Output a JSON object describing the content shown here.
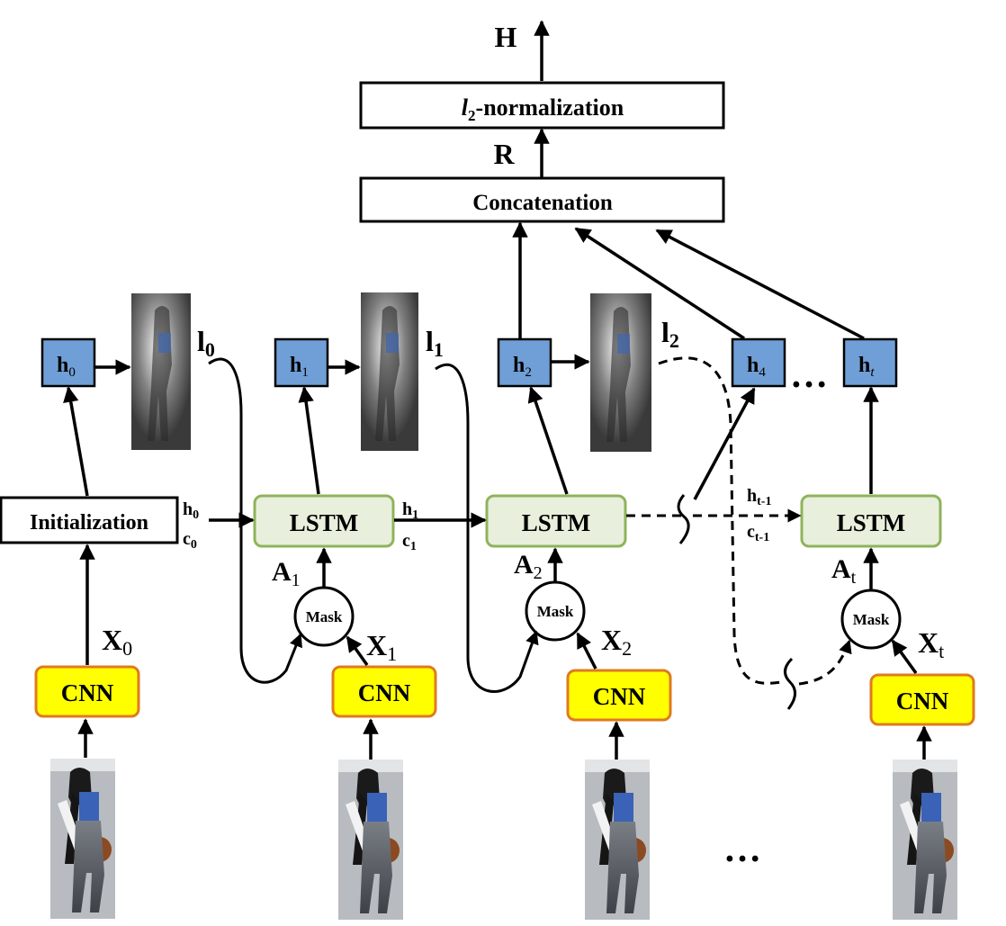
{
  "diagram": {
    "top_output": "H",
    "normalization_prefix": "l",
    "normalization_sub": "2",
    "normalization_suffix": "-normalization",
    "concat_output": "R",
    "concatenation": "Concatenation",
    "initialization": "Initialization",
    "lstm_label": "LSTM",
    "cnn_label": "CNN",
    "mask_label": "Mask",
    "ellipsis": "…",
    "hidden_nodes": [
      {
        "base": "h",
        "sub": "0"
      },
      {
        "base": "h",
        "sub": "1"
      },
      {
        "base": "h",
        "sub": "2"
      },
      {
        "base": "h",
        "sub": "4"
      },
      {
        "base": "h",
        "sub": "t"
      }
    ],
    "locations": [
      {
        "base": "l",
        "sub": "0"
      },
      {
        "base": "l",
        "sub": "1"
      },
      {
        "base": "l",
        "sub": "2"
      }
    ],
    "inputs": [
      {
        "base": "X",
        "sub": "0"
      },
      {
        "base": "X",
        "sub": "1"
      },
      {
        "base": "X",
        "sub": "2"
      },
      {
        "base": "X",
        "sub": "t"
      }
    ],
    "attention": [
      {
        "base": "A",
        "sub": "1"
      },
      {
        "base": "A",
        "sub": "2"
      },
      {
        "base": "A",
        "sub": "t"
      }
    ],
    "state_labels": [
      {
        "h": "0",
        "c": "0"
      },
      {
        "h": "1",
        "c": "1"
      },
      {
        "h": "t-1",
        "c": "t-1"
      }
    ],
    "colors": {
      "hidden_fill": "#6f9fd6",
      "lstm_fill": "#e8efdc",
      "lstm_border": "#8fb35c",
      "cnn_fill": "#ffff00",
      "cnn_border": "#e07a1f"
    }
  }
}
